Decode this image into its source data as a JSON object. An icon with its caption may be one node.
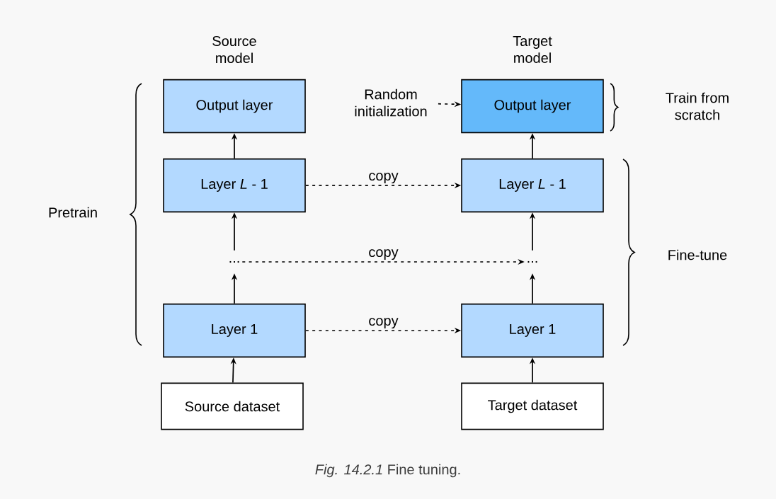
{
  "diagram": {
    "caption": "*Fig. 14.2.1* Fine tuning.",
    "nodes": [
      {
        "text": [
          "Output layer"
        ]
      },
      {
        "text": [
          "Layer *L* - 1"
        ]
      },
      {
        "text": [
          "..."
        ]
      },
      {
        "text": [
          "Layer 1"
        ]
      },
      {
        "text": [
          "Source dataset"
        ]
      },
      {
        "text": [
          "Random initialization"
        ]
      },
      {
        "text": [
          "Output layer"
        ]
      },
      {
        "text": [
          "Layer *L* - 1"
        ]
      },
      {
        "text": [
          "..."
        ]
      },
      {
        "text": [
          "Layer 1"
        ]
      },
      {
        "text": [
          "Target dataset"
        ]
      }
    ],
    "edges": [
      {
        "from": 4,
        "to": 3,
        "arrow": "to"
      },
      {
        "from": 3,
        "to": 2,
        "arrow": "to"
      },
      {
        "from": 2,
        "to": 1,
        "arrow": "to"
      },
      {
        "from": 1,
        "to": 0,
        "arrow": "to"
      },
      {
        "from": 10,
        "to": 9,
        "arrow": "to"
      },
      {
        "from": 9,
        "to": 8,
        "arrow": "to"
      },
      {
        "from": 8,
        "to": 7,
        "arrow": "to"
      },
      {
        "from": 7,
        "to": 6,
        "arrow": "to"
      },
      {
        "from": 5,
        "to": 6,
        "arrow": "to",
        "style": "dashed"
      },
      {
        "from": 1,
        "to": 7,
        "arrow": "to",
        "style": "dashed",
        "label": "copy"
      },
      {
        "from": 2,
        "to": 8,
        "arrow": "to",
        "style": "dashed",
        "label": "copy"
      },
      {
        "from": 3,
        "to": 9,
        "arrow": "to",
        "style": "dashed",
        "label": "copy"
      }
    ],
    "labels": [
      "Source model",
      "Target model",
      "Train from scratch",
      "Pretrain",
      "Fine-tune"
    ]
  }
}
